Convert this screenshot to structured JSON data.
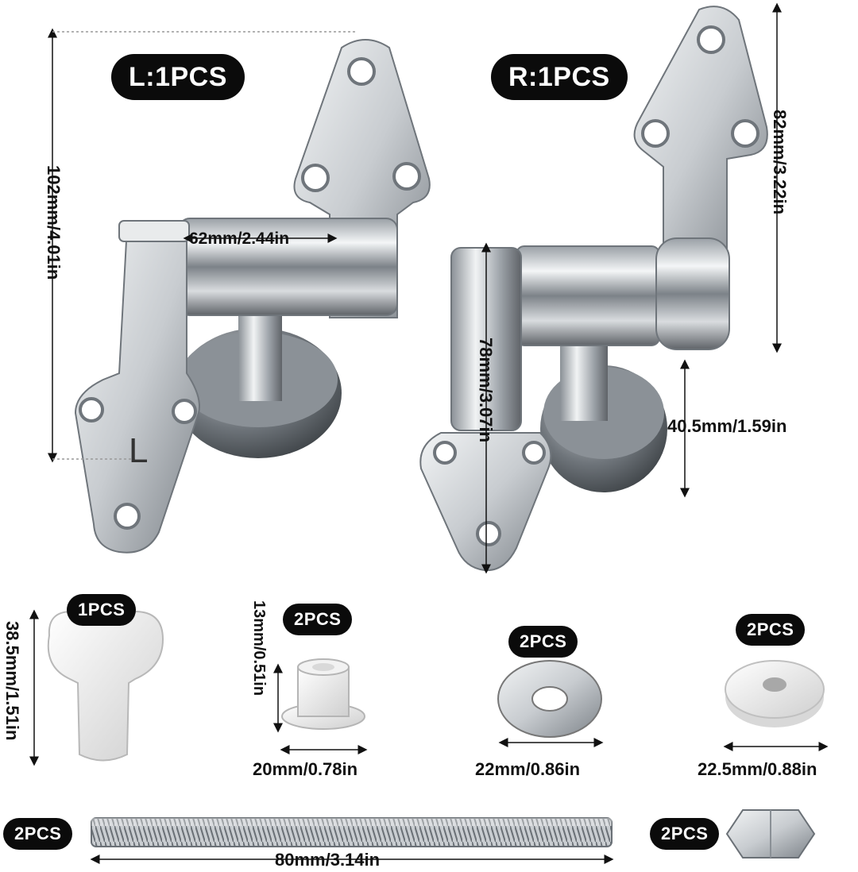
{
  "labels": {
    "left_hinge_qty": "L:1PCS",
    "right_hinge_qty": "R:1PCS",
    "key_qty": "1PCS",
    "bushing_qty": "2PCS",
    "washer_metal_qty": "2PCS",
    "washer_plastic_qty": "2PCS",
    "rod_qty": "2PCS",
    "nut_qty": "2PCS",
    "hinge_l_letter": "L"
  },
  "dimensions": {
    "left_height": "102mm/4.01in",
    "left_width": "62mm/2.44in",
    "right_height": "82mm/3.22in",
    "right_base": "40.5mm/1.59in",
    "right_arm": "78mm/3.07in",
    "key_height": "38.5mm/1.51in",
    "bushing_height": "13mm/0.51in",
    "bushing_width": "20mm/0.78in",
    "washer_metal_width": "22mm/0.86in",
    "washer_plastic_width": "22.5mm/0.88in",
    "rod_length": "80mm/3.14in"
  },
  "colors": {
    "pill_bg": "#0b0b0b",
    "steel_light": "#e6e8ea",
    "steel_dark": "#5f6368",
    "plastic": "#eeeeee"
  },
  "icons": [
    "left-hinge-icon",
    "right-hinge-icon",
    "key-icon",
    "bushing-icon",
    "metal-washer-icon",
    "plastic-washer-icon",
    "threaded-rod-icon",
    "hex-nut-icon"
  ]
}
